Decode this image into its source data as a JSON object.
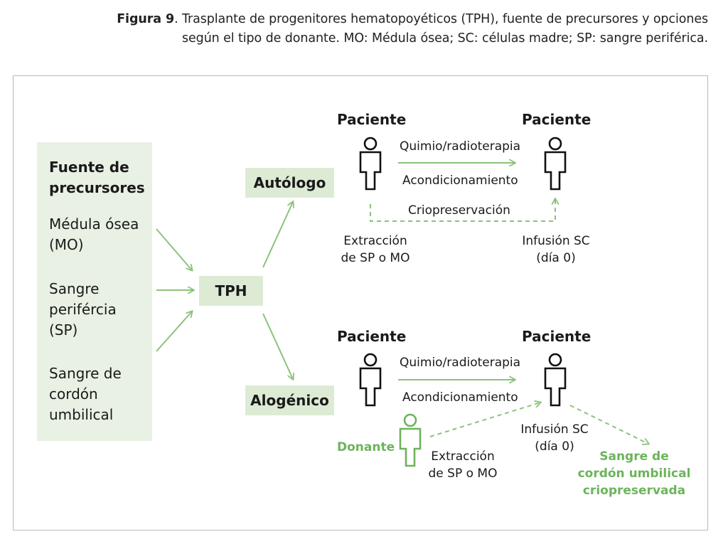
{
  "caption": {
    "label": "Figura 9",
    "line1": ". Trasplante de progenitores hematopoyéticos (TPH), fuente de precursores y opciones",
    "line2": "según el tipo de donante. MO: Médula ósea; SC: células madre; SP: sangre periférica."
  },
  "source": {
    "title": "Fuente de precursores",
    "items": [
      "Médula ósea (MO)",
      "Sangre perifércia (SP)",
      "Sangre de cordón umbilical"
    ]
  },
  "center": {
    "tph": "TPH"
  },
  "autologo": {
    "label": "Autólogo",
    "patient_left": "Paciente",
    "patient_right": "Paciente",
    "arrow_top": "Quimio/radioterapia",
    "arrow_bottom": "Acondicionamiento",
    "crio": "Criopreservación",
    "extract_1": "Extracción",
    "extract_2": "de SP o MO",
    "infusion_1": "Infusión SC",
    "infusion_2": "(día 0)"
  },
  "alogenico": {
    "label": "Alogénico",
    "patient_left": "Paciente",
    "patient_right": "Paciente",
    "arrow_top": "Quimio/radioterapia",
    "arrow_bottom": "Acondicionamiento",
    "donor": "Donante",
    "extract_1": "Extracción",
    "extract_2": "de SP o MO",
    "infusion_1": "Infusión SC",
    "infusion_2": "(día 0)",
    "cord_1": "Sangre de",
    "cord_2": "cordón umbilical",
    "cord_3": "criopreservada"
  },
  "colors": {
    "accent_green": "#6cb45b",
    "light_green": "#ddebd5",
    "arrow_green": "#8cc27c"
  }
}
